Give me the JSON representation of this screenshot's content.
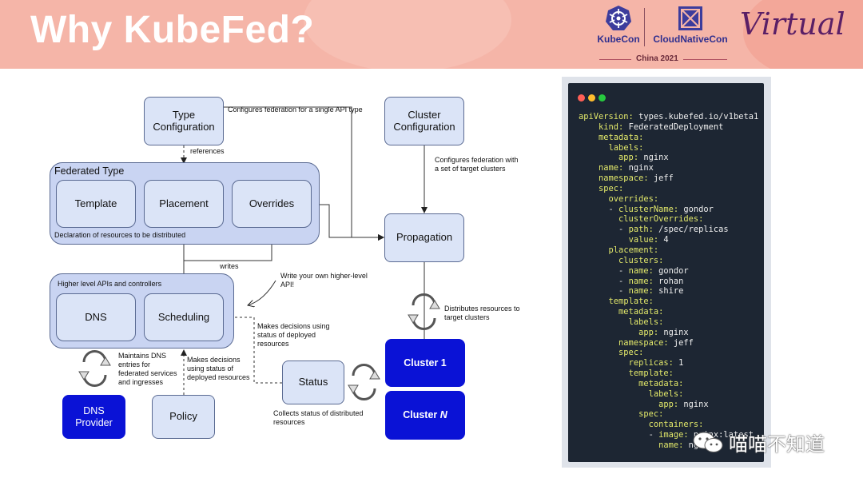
{
  "header": {
    "title": "Why KubeFed?",
    "logo_kubecon": "KubeCon",
    "logo_cloudnativecon": "CloudNativeCon",
    "event": "China 2021",
    "virtual": "Virtual"
  },
  "diagram": {
    "type_config": "Type\nConfiguration",
    "cluster_config": "Cluster\nConfiguration",
    "federated_type": "Federated Type",
    "template": "Template",
    "placement": "Placement",
    "overrides": "Overrides",
    "declaration": "Declaration of resources to be distributed",
    "propagation": "Propagation",
    "higher_level": "Higher level APIs and controllers",
    "dns": "DNS",
    "scheduling": "Scheduling",
    "status": "Status",
    "cluster1": "Cluster 1",
    "clusterN_prefix": "Cluster ",
    "clusterN_suffix": "N",
    "dns_provider": "DNS\nProvider",
    "policy": "Policy",
    "notes": {
      "configures_api": "Configures federation for a single API type",
      "references": "references",
      "configures_clusters": "Configures federation with\na set of target clusters",
      "writes": "writes",
      "write_own": "Write your own higher-level\nAPI!",
      "distributes": "Distributes resources to\ntarget clusters",
      "decisions_deployed": "Makes decisions using\nstatus of deployed\nresources",
      "maintains_dns": "Maintains DNS\nentries for\nfederated services\nand ingresses",
      "decisions_status": "Makes decisions\nusing status of\ndeployed resources",
      "collects": "Collects status of distributed\nresources"
    }
  },
  "code": {
    "dot_colors": [
      "#ff5f56",
      "#ffbd2e",
      "#27c93f"
    ],
    "lines": [
      "apiVersion: types.kubefed.io/v1beta1",
      "    kind: FederatedDeployment",
      "    metadata:",
      "      labels:",
      "        app: nginx",
      "    name: nginx",
      "    namespace: jeff",
      "    spec:",
      "      overrides:",
      "      - clusterName: gondor",
      "        clusterOverrides:",
      "        - path: /spec/replicas",
      "          value: 4",
      "      placement:",
      "        clusters:",
      "        - name: gondor",
      "        - name: rohan",
      "        - name: shire",
      "      template:",
      "        metadata:",
      "          labels:",
      "            app: nginx",
      "        namespace: jeff",
      "        spec:",
      "          replicas: 1",
      "          template:",
      "            metadata:",
      "              labels:",
      "                app: nginx",
      "            spec:",
      "              containers:",
      "              - image: nginx:latest",
      "                name: nginx"
    ]
  },
  "watermark": "喵喵不知道"
}
